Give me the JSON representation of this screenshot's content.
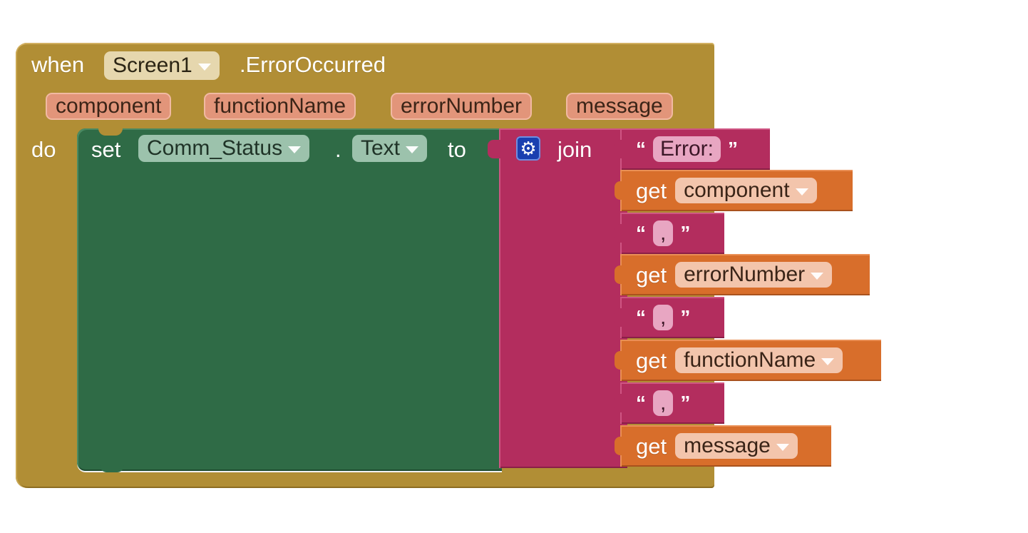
{
  "event_block": {
    "when_label": "when",
    "component_dropdown": "Screen1",
    "event_name": ".ErrorOccurred",
    "parameters": [
      "component",
      "functionName",
      "errorNumber",
      "message"
    ],
    "do_label": "do",
    "color": "#b18e35"
  },
  "set_block": {
    "set_label": "set",
    "component_dropdown": "Comm_Status",
    "dot": ".",
    "property_dropdown": "Text",
    "to_label": "to",
    "color": "#2f6b46"
  },
  "join_block": {
    "icon": "gear-icon",
    "join_label": "join",
    "color": "#b32d5e",
    "items": [
      {
        "type": "text",
        "value": "Error:"
      },
      {
        "type": "get",
        "get_label": "get",
        "variable": "component"
      },
      {
        "type": "text",
        "value": ","
      },
      {
        "type": "get",
        "get_label": "get",
        "variable": "errorNumber"
      },
      {
        "type": "text",
        "value": ","
      },
      {
        "type": "get",
        "get_label": "get",
        "variable": "functionName"
      },
      {
        "type": "text",
        "value": ","
      },
      {
        "type": "get",
        "get_label": "get",
        "variable": "message"
      }
    ]
  },
  "text_block": {
    "open_quote": "“",
    "close_quote": "”"
  },
  "get_color": "#d86e2b"
}
